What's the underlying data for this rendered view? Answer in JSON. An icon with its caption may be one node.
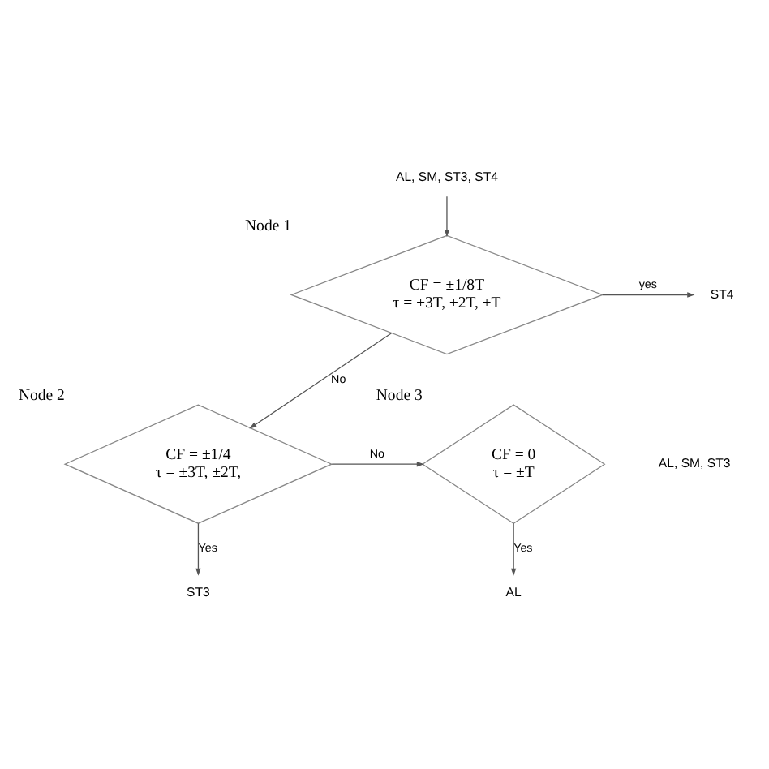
{
  "diagram": {
    "nodes": [
      {
        "text": [
          "AL, SM, ST3, ST4"
        ]
      },
      {
        "text": [
          "CF = ±1/8T",
          "τ = ±3T, ±2T, ±T"
        ],
        "beside": [
          "Node 1"
        ]
      },
      {
        "text": [
          "ST4"
        ]
      },
      {
        "text": [
          "CF = ±1/4",
          "τ = ±3T, ±2T,"
        ],
        "beside": [
          "Node 2"
        ]
      },
      {
        "text": [
          "CF = 0",
          "τ = ±T"
        ],
        "beside": [
          "Node 3"
        ]
      },
      {
        "text": [
          "ST3"
        ]
      },
      {
        "text": [
          "AL"
        ]
      }
    ],
    "edges": [
      {
        "from": 0,
        "to": 1,
        "arrow": "to"
      },
      {
        "from": 1,
        "to": 2,
        "arrow": "to",
        "label": "yes"
      },
      {
        "from": 1,
        "to": 3,
        "arrow": "to",
        "label": "No"
      },
      {
        "from": 3,
        "to": 4,
        "arrow": "to",
        "label": "No"
      },
      {
        "from": 3,
        "to": 5,
        "arrow": "to",
        "label": "Yes"
      },
      {
        "from": 4,
        "to": 6,
        "arrow": "to",
        "label": "Yes"
      }
    ],
    "labels": [
      "AL, SM, ST3"
    ]
  }
}
